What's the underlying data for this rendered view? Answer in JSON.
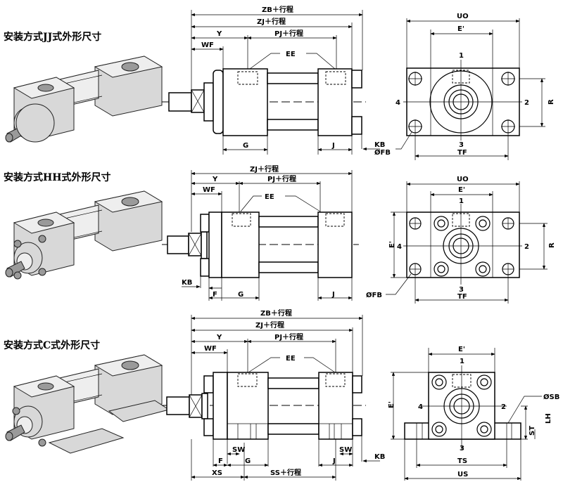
{
  "sections": [
    {
      "title": "安装方式JJ式外形尺寸",
      "side": {
        "zb": "ZB＋行程",
        "zj": "ZJ＋行程",
        "y": "Y",
        "pj": "PJ＋行程",
        "wf": "WF",
        "ee": "EE",
        "g": "G",
        "j": "J",
        "kb": "KB",
        "fb": "ØFB"
      },
      "front": {
        "uo": "UO",
        "e1": "E'",
        "p1": "1",
        "p2": "2",
        "p3": "3",
        "p4": "4",
        "r": "R",
        "tf": "TF"
      }
    },
    {
      "title": "安装方式HH式外形尺寸",
      "side": {
        "zj": "ZJ＋行程",
        "y": "Y",
        "pj": "PJ＋行程",
        "wf": "WF",
        "ee": "EE",
        "kb": "KB",
        "f": "F",
        "g": "G",
        "j": "J"
      },
      "front": {
        "uo": "UO",
        "e1": "E'",
        "e": "E'",
        "p1": "1",
        "p2": "2",
        "p3": "3",
        "p4": "4",
        "r": "R",
        "fb": "ØFB",
        "tf": "TF"
      }
    },
    {
      "title": "安装方式C式外形尺寸",
      "side": {
        "zb": "ZB＋行程",
        "zj": "ZJ＋行程",
        "y": "Y",
        "pj": "PJ＋行程",
        "wf": "WF",
        "ee": "EE",
        "sw": "SW",
        "sw2": "SW",
        "f": "F",
        "g": "G",
        "j": "J",
        "kb": "KB",
        "xs": "XS",
        "ss": "SS＋行程"
      },
      "front": {
        "e1": "E'",
        "e": "E'",
        "p1": "1",
        "p2": "2",
        "p3": "3",
        "p4": "4",
        "sb": "ØSB",
        "lh": "LH",
        "st": "ST",
        "ts": "TS",
        "us": "US"
      }
    }
  ]
}
